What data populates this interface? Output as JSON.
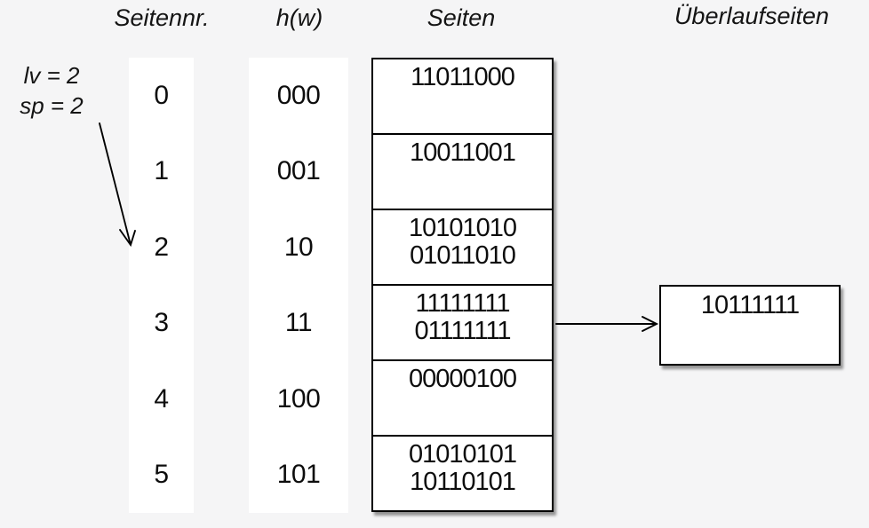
{
  "colors": {
    "background": "#f5f5f6",
    "surface": "#ffffff",
    "border": "#000000",
    "text": "#0d0d0d"
  },
  "headers": {
    "page_no": "Seitennr.",
    "hash": "h(w)",
    "pages": "Seiten",
    "overflow": "Überlaufseiten"
  },
  "annotation": {
    "lines": [
      "lv = 2",
      "sp = 2"
    ],
    "points_to_page": "2"
  },
  "rows": [
    {
      "page_no": "0",
      "hash": "000",
      "entries": [
        "11011000"
      ]
    },
    {
      "page_no": "1",
      "hash": "001",
      "entries": [
        "10011001"
      ]
    },
    {
      "page_no": "2",
      "hash": "10",
      "entries": [
        "10101010",
        "01011010"
      ]
    },
    {
      "page_no": "3",
      "hash": "11",
      "entries": [
        "11111111",
        "01111111"
      ],
      "has_overflow": true
    },
    {
      "page_no": "4",
      "hash": "100",
      "entries": [
        "00000100"
      ]
    },
    {
      "page_no": "5",
      "hash": "101",
      "entries": [
        "01010101",
        "10110101"
      ]
    }
  ],
  "overflow_box": {
    "entries": [
      "10111111"
    ],
    "linked_page_no": "3"
  }
}
